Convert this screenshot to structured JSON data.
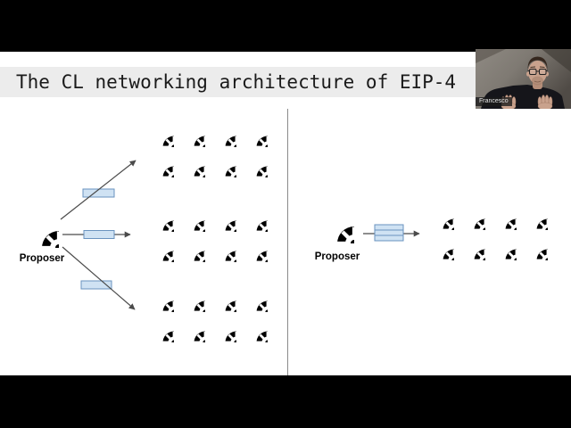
{
  "slide": {
    "title": "The CL networking architecture of EIP-4",
    "left_diagram": {
      "proposer_label": "Proposer",
      "clusters": [
        {
          "rows": 2,
          "cols": 4
        },
        {
          "rows": 2,
          "cols": 4
        },
        {
          "rows": 2,
          "cols": 4
        }
      ]
    },
    "right_diagram": {
      "proposer_label": "Proposer",
      "clusters": [
        {
          "rows": 2,
          "cols": 4
        }
      ]
    }
  },
  "webcam": {
    "name_label": "Francesco"
  },
  "colors": {
    "banner_bg": "#ececec",
    "title_color": "#1a1a1a",
    "blob_fill": "#cfe2f3",
    "blob_border": "#6a93bf",
    "arrow": "#4a4a4a",
    "divider": "#8a8a8a",
    "node": "#000000"
  }
}
